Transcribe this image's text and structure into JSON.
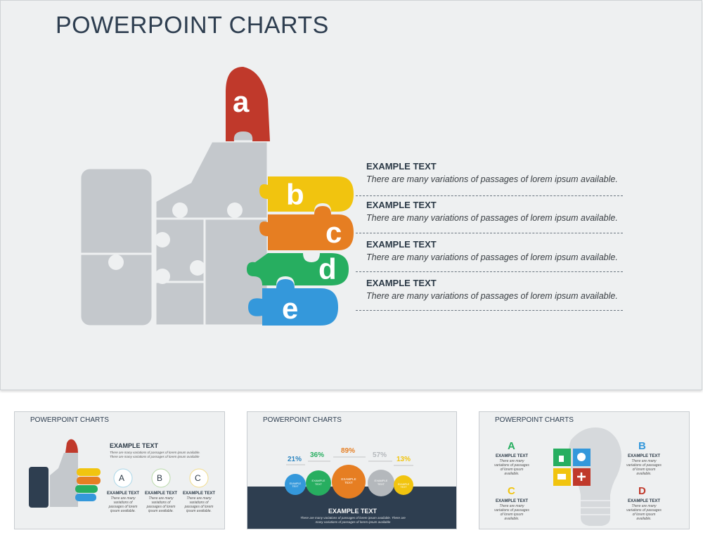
{
  "main": {
    "title": "POWERPOINT CHARTS",
    "letters": [
      "a",
      "b",
      "c",
      "d",
      "e"
    ],
    "items": [
      {
        "heading": "EXAMPLE TEXT",
        "body": "There are many variations of passages of lorem ipsum available."
      },
      {
        "heading": "EXAMPLE TEXT",
        "body": "There are many variations of passages of lorem ipsum available."
      },
      {
        "heading": "EXAMPLE TEXT",
        "body": "There are many variations of passages of lorem ipsum available."
      },
      {
        "heading": "EXAMPLE TEXT",
        "body": "There are many variations of passages of lorem ipsum available."
      }
    ],
    "colors": {
      "a": "#c0392b",
      "b": "#f1c40f",
      "c": "#e67e22",
      "d": "#27ae60",
      "e": "#3498db",
      "gray": "#c4c8cc"
    }
  },
  "thumbs": [
    {
      "title": "POWERPOINT CHARTS",
      "heading": "EXAMPLE TEXT",
      "body": "There are many variations of passages of lorem ipsum available. There are many variations of passages of lorem ipsum available",
      "circles": [
        {
          "letter": "A",
          "heading": "EXAMPLE TEXT",
          "body": "There are many variations of passages of lorem ipsum available."
        },
        {
          "letter": "B",
          "heading": "EXAMPLE TEXT",
          "body": "There are many variations of passages of lorem ipsum available."
        },
        {
          "letter": "C",
          "heading": "EXAMPLE TEXT",
          "body": "There are many variations of passages of lorem ipsum available."
        }
      ]
    },
    {
      "title": "POWERPOINT CHARTS",
      "percents": [
        "21%",
        "36%",
        "89%",
        "57%",
        "13%"
      ],
      "bubble_label": "EXAMPLE TEXT",
      "heading": "EXAMPLE TEXT",
      "body": "There are many variations of passages of lorem ipsum available. There are many variations of passages of lorem ipsum available"
    },
    {
      "title": "POWERPOINT CHARTS",
      "labels": [
        {
          "letter": "A",
          "heading": "EXAMPLE TEXT",
          "body": "There are many variations of passages of lorem ipsum available."
        },
        {
          "letter": "B",
          "heading": "EXAMPLE TEXT",
          "body": "There are many variations of passages of lorem ipsum available."
        },
        {
          "letter": "C",
          "heading": "EXAMPLE TEXT",
          "body": "There are many variations of passages of lorem ipsum available."
        },
        {
          "letter": "D",
          "heading": "EXAMPLE TEXT",
          "body": "There are many variations of passages of lorem ipsum available."
        }
      ]
    }
  ]
}
